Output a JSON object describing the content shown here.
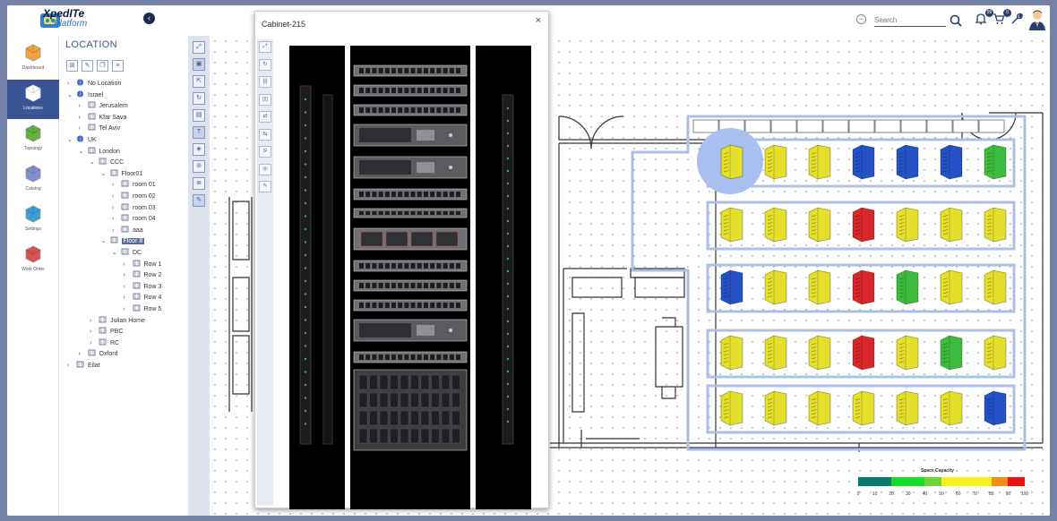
{
  "brand": {
    "name": "XpedITe",
    "sub": "Platform"
  },
  "search": {
    "placeholder": "Search",
    "value": ""
  },
  "toolbar": {
    "notifications_badge": "99",
    "cart_badge": "0"
  },
  "nav": [
    {
      "label": "Dashboard",
      "icon": "dashboard-icon"
    },
    {
      "label": "Locations",
      "icon": "locations-icon"
    },
    {
      "label": "Topology",
      "icon": "topology-icon"
    },
    {
      "label": "Catalog",
      "icon": "catalog-icon"
    },
    {
      "label": "Settings",
      "icon": "settings-icon"
    },
    {
      "label": "Work Order",
      "icon": "work-order-icon"
    }
  ],
  "tree": {
    "title": "LOCATION",
    "items": [
      {
        "label": "No Location",
        "chev": ">",
        "icon": "globe"
      },
      {
        "label": "Israel",
        "chev": "v",
        "icon": "globe"
      },
      {
        "label": "Jerusalem",
        "chev": ">",
        "icon": "city"
      },
      {
        "label": "Kfar Sava",
        "chev": ">",
        "icon": "city"
      },
      {
        "label": "Tel Aviv",
        "chev": ">",
        "icon": "city"
      },
      {
        "label": "UK",
        "chev": "v",
        "icon": "globe"
      },
      {
        "label": "London",
        "chev": "v",
        "icon": "city"
      },
      {
        "label": "CCC",
        "chev": "v",
        "icon": "building"
      },
      {
        "label": "Floor01",
        "chev": "v",
        "icon": "floor"
      },
      {
        "label": "room 01",
        "chev": ">",
        "icon": "room"
      },
      {
        "label": "room 02",
        "chev": ">",
        "icon": "room"
      },
      {
        "label": "room 03",
        "chev": ">",
        "icon": "room"
      },
      {
        "label": "room 04",
        "chev": ">",
        "icon": "room"
      },
      {
        "label": "aaa",
        "chev": ">",
        "icon": "area"
      },
      {
        "label": "Floor 8",
        "chev": "v",
        "icon": "floor",
        "selected": true
      },
      {
        "label": "DC",
        "chev": "v",
        "icon": "room"
      },
      {
        "label": "Row 1",
        "chev": ">",
        "icon": "row"
      },
      {
        "label": "Row 2",
        "chev": ">",
        "icon": "row"
      },
      {
        "label": "Row 3",
        "chev": ">",
        "icon": "row"
      },
      {
        "label": "Row 4",
        "chev": ">",
        "icon": "row"
      },
      {
        "label": "Row 5",
        "chev": ">",
        "icon": "row"
      },
      {
        "label": "Julian Home",
        "chev": ">",
        "icon": "building"
      },
      {
        "label": "PBC",
        "chev": ">",
        "icon": "building"
      },
      {
        "label": "RC",
        "chev": ">",
        "icon": "building"
      },
      {
        "label": "Oxford",
        "chev": ">",
        "icon": "city"
      },
      {
        "label": "Eilat",
        "chev": ">",
        "icon": "city"
      }
    ]
  },
  "dialog": {
    "title": "Cabinet-215",
    "close": "×"
  },
  "cabinet_rows": [
    [
      "yellow",
      "yellow",
      "yellow",
      "blue",
      "blue",
      "blue",
      "green"
    ],
    [
      "yellow",
      "yellow",
      "yellow",
      "red",
      "yellow",
      "yellow",
      "yellow"
    ],
    [
      "blue",
      "yellow",
      "yellow",
      "red",
      "green",
      "yellow",
      "yellow"
    ],
    [
      "yellow",
      "yellow",
      "yellow",
      "red",
      "yellow",
      "green",
      "yellow"
    ],
    [
      "yellow",
      "yellow",
      "yellow",
      "yellow",
      "yellow",
      "yellow",
      "blue"
    ]
  ],
  "colors": {
    "yellow": "#e3df2a",
    "blue": "#2352c6",
    "red": "#d8262a",
    "green": "#3cbc3c"
  },
  "legend": {
    "title": "Space Capacity",
    "ticks": [
      "0",
      "10",
      "20",
      "30",
      "40",
      "50",
      "60",
      "70",
      "80",
      "90",
      "100"
    ],
    "colors": [
      "#0c7a6a",
      "#0c7a6a",
      "#15dd2a",
      "#15dd2a",
      "#6bd53a",
      "#f5ef1d",
      "#f5ef1d",
      "#f5ef1d",
      "#f28c13",
      "#ec1111"
    ]
  }
}
